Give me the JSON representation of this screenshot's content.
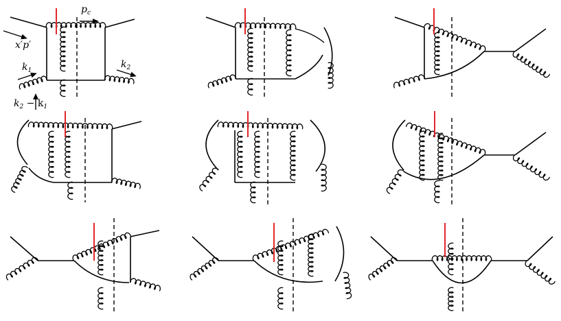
{
  "figure": {
    "description_free": true,
    "panel_count": 9,
    "labels": {
      "incoming_momentum": "x′p′",
      "final_parton": "p",
      "final_parton_sub": "c",
      "gluon_k1": "k",
      "gluon_k1_sub": "1",
      "gluon_k2": "k",
      "gluon_k2_sub": "2",
      "transfer": "k",
      "transfer_sub_a": "2",
      "transfer_minus": " − k",
      "transfer_sub_b": "1"
    },
    "colors": {
      "line": "#000000",
      "cut_marker": "#e0262a"
    }
  }
}
